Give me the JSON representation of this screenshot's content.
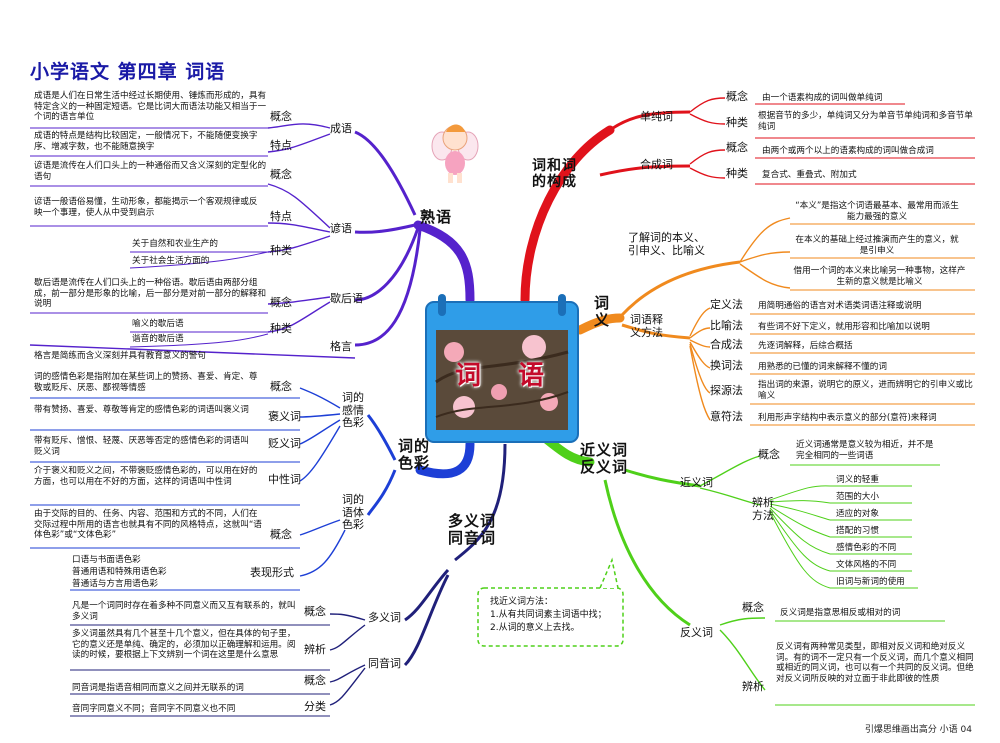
{
  "header": {
    "title": "小学语文 第四章 词语"
  },
  "footer": {
    "text": "引爆思维画出高分 小语 04"
  },
  "center": {
    "label": "词 语"
  },
  "branches": {
    "shuyu": {
      "label": "熟语",
      "chengyu": {
        "label": "成语",
        "concept_tag": "概念",
        "concept_text": "成语是人们在日常生活中经过长期使用、锤炼而形成的，具有特定含义的一种固定短语。它是比词大而语法功能又相当于一个词的语言单位",
        "feature_tag": "特点",
        "feature_text": "成语的特点是结构比较固定，一般情况下，不能随便变换字序、增减字数，也不能随意换字"
      },
      "yanyu": {
        "label": "谚语",
        "concept_tag": "概念",
        "concept_text": "谚语是流传在人们口头上的一种通俗而又含义深刻的定型化的语句",
        "feature_tag": "特点",
        "feature_text": "谚语一般语俗易懂，生动形象，都能揭示一个客观规律或反映一个事理，使人从中受到启示",
        "types_tag": "种类",
        "types": [
          "关于自然和农业生产的",
          "关于社会生活方面的"
        ]
      },
      "xiehouyu": {
        "label": "歇后语",
        "concept_tag": "概念",
        "concept_text": "歇后语是流传在人们口头上的一种俗语。歇后语由两部分组成，前一部分是形象的比喻，后一部分是对前一部分的解释和说明",
        "types_tag": "种类",
        "types": [
          "喻义的歇后语",
          "谐音的歇后语"
        ]
      },
      "geyan": {
        "label": "格言",
        "text": "格言是简练而含义深刻并具有教育意义的警句"
      }
    },
    "secai": {
      "label": "词的\n色彩",
      "ganqing": {
        "label": "词的\n感情\n色彩",
        "concept_tag": "概念",
        "concept_text": "词的感情色彩是指附加在某些词上的赞扬、喜爱、肯定、尊敬或贬斥、厌恶、鄙视等情感",
        "commend_tag": "褒义词",
        "commend_text": "带有赞扬、喜爱、尊敬等肯定的感情色彩的词语叫褒义词",
        "derog_tag": "贬义词",
        "derog_text": "带有贬斥、憎恨、轻蔑、厌恶等否定的感情色彩的词语叫贬义词",
        "neutral_tag": "中性词",
        "neutral_text": "介于褒义和贬义之间，不带褒贬感情色彩的，可以用在好的方面，也可以用在不好的方面，这样的词语叫中性词"
      },
      "yuti": {
        "label": "词的\n语体\n色彩",
        "concept_tag": "概念",
        "concept_text": "由于交际的目的、任务、内容、范围和方式的不同，人们在交际过程中所用的语言也就具有不同的风格特点，这就叫“语体色彩”或“文体色彩”",
        "forms_tag": "表现形式",
        "forms": [
          "口语与书面语色彩",
          "普通用语和特殊用语色彩",
          "普通话与方言用语色彩"
        ]
      }
    },
    "duoyin": {
      "label": "多义词\n同音词",
      "duoyici": {
        "label": "多义词",
        "concept_tag": "概念",
        "concept_text": "凡是一个词同时存在着多种不同意义而又互有联系的，就叫多义词",
        "discern_tag": "辨析",
        "discern_text": "多义词虽然具有几个甚至十几个意义，但在具体的句子里，它的意义还是单纯、确定的，必须加以正确理解和运用。阅读的时候，要根据上下文辨别一个词在这里是什么意思"
      },
      "tongyinci": {
        "label": "同音词",
        "concept_tag": "概念",
        "concept_text": "同音词是指语音相同而意义之间并无联系的词",
        "class_tag": "分类",
        "class_text": "音同字同意义不同；音同字不同意义也不同"
      }
    },
    "goucheng": {
      "label": "词和词\n的构成",
      "danchun": {
        "label": "单纯词",
        "concept_tag": "概念",
        "concept_text": "由一个语素构成的词叫做单纯词",
        "types_tag": "种类",
        "types_text": "根据音节的多少，单纯词又分为单音节单纯词和多音节单纯词"
      },
      "hecheng": {
        "label": "合成词",
        "concept_tag": "概念",
        "concept_text": "由两个或两个以上的语素构成的词叫做合成词",
        "types_tag": "种类",
        "types_text": "复合式、重叠式、附加式"
      }
    },
    "ciyi": {
      "label": "词\n义",
      "understand": {
        "label": "了解词的本义、\n引申义、比喻义",
        "items": [
          "“本义”是指这个词语最基本、最常用而派生能力最强的意义",
          "在本义的基础上经过推演而产生的意义，就是引申义",
          "借用一个词的本义来比喻另一种事物，这样产生新的意义就是比喻义"
        ]
      },
      "methods": {
        "label": "词语释\n义方法",
        "rows": [
          {
            "tag": "定义法",
            "text": "用简明通俗的语言对术语类词语注释或说明"
          },
          {
            "tag": "比喻法",
            "text": "有些词不好下定义，就用形容和比喻加以说明"
          },
          {
            "tag": "合成法",
            "text": "先逐词解释，后综合概括"
          },
          {
            "tag": "换词法",
            "text": "用熟悉的已懂的词来解释不懂的词"
          },
          {
            "tag": "探源法",
            "text": "指出词的来源，说明它的原义，进而辨明它的引申义或比喻义"
          },
          {
            "tag": "意符法",
            "text": "利用形声字结构中表示意义的部分(意符)来释词"
          }
        ]
      }
    },
    "jinfan": {
      "label": "近义词\n反义词",
      "jinyi": {
        "label": "近义词",
        "concept_tag": "概念",
        "concept_text": "近义词通常是意义较为相近，并不是完全相同的一些词语",
        "discern_tag": "辨析\n方法",
        "discern_items": [
          "词义的轻重",
          "范围的大小",
          "适应的对象",
          "搭配的习惯",
          "感情色彩的不同",
          "文体风格的不同",
          "旧词与新词的使用"
        ]
      },
      "tip": {
        "title": "找近义词方法：",
        "lines": [
          "1.从有共同词素主词语中找；",
          "2.从词的意义上去找。"
        ]
      },
      "fanyi": {
        "label": "反义词",
        "concept_tag": "概念",
        "concept_text": "反义词是指意思相反或相对的词",
        "discern_tag": "辨析",
        "discern_text": "反义词有两种常见类型，即相对反义词和绝对反义词。有的词不一定只有一个反义词，而几个意义相同或相近的同义词，也可以有一个共同的反义词。但绝对反义词所反映的对立面于非此即彼的性质"
      }
    }
  },
  "colors": {
    "title": "#1a1aa6",
    "purple": "#5522cc",
    "blue": "#1d3fd6",
    "navy": "#20207a",
    "red": "#e0121b",
    "orange": "#f08a1e",
    "green": "#4fd01a",
    "calendar": "#2f9de8"
  }
}
